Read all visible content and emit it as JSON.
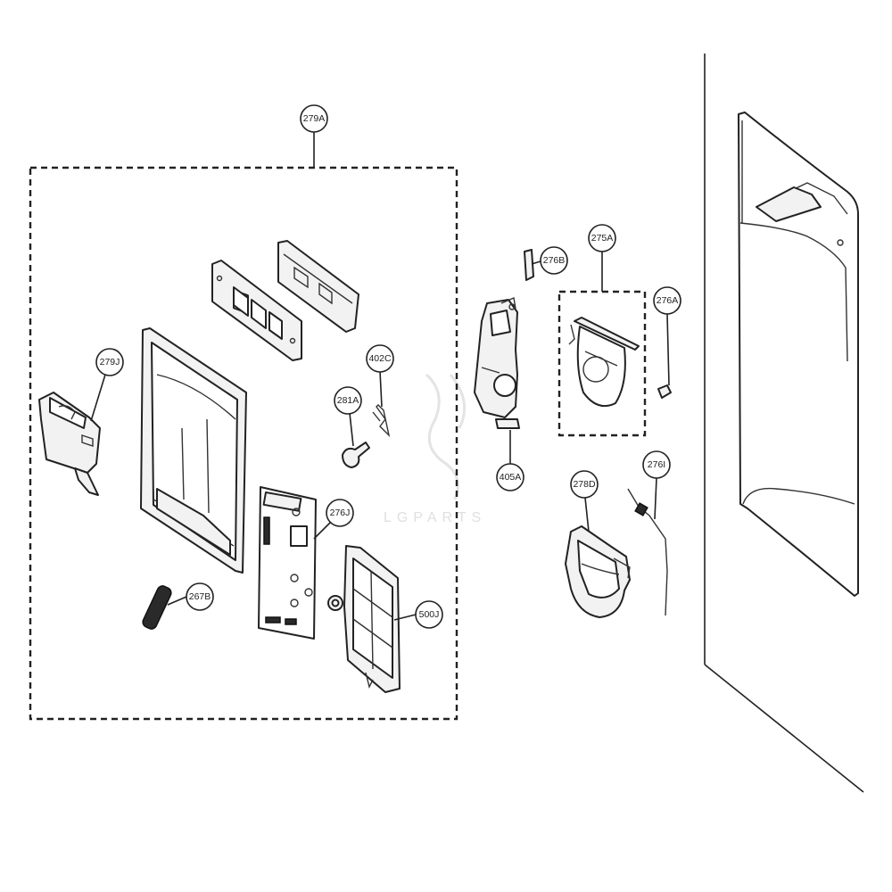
{
  "diagram": {
    "callouts": {
      "279A": "279A",
      "279J": "279J",
      "402C": "402C",
      "281A": "281A",
      "276J": "276J",
      "267B": "267B",
      "500J": "500J",
      "276B": "276B",
      "275A": "275A",
      "276A": "276A",
      "405A": "405A",
      "278D": "278D",
      "276I": "276I"
    }
  }
}
